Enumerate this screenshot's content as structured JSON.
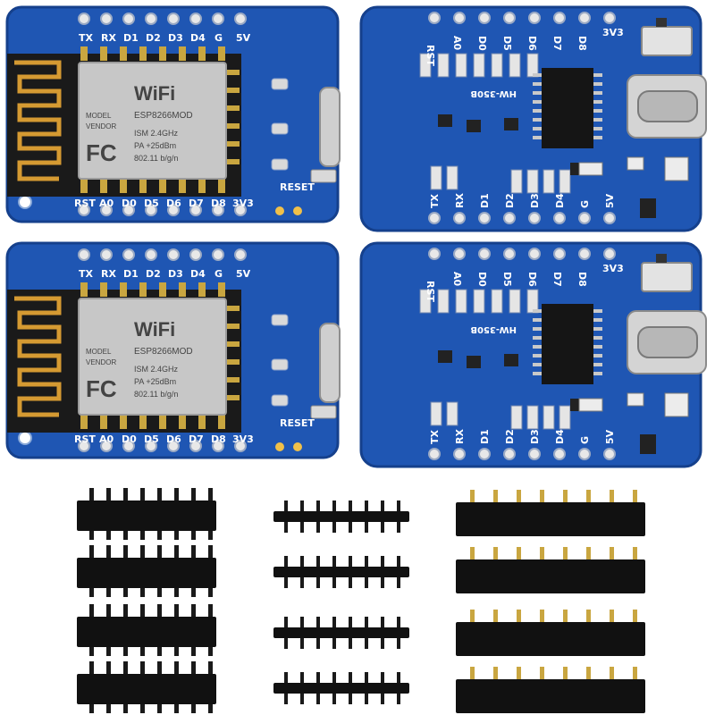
{
  "scene": {
    "background": "#ffffff",
    "board_color": "#1f56b3",
    "board_edge_color": "#15408c",
    "shield_color": "#c7c7c7",
    "pad_color": "#d9d9d9",
    "header_color": "#111111",
    "pin_color": "#c9a640"
  },
  "front_board": {
    "top_pins": [
      "TX",
      "RX",
      "D1",
      "D2",
      "D3",
      "D4",
      "G",
      "5V"
    ],
    "bottom_pins": [
      "RST",
      "A0",
      "D0",
      "D5",
      "D6",
      "D7",
      "D8",
      "3V3"
    ],
    "reset_label": "RESET",
    "module": {
      "wifi": "WiFi",
      "chip": "ESP8266MOD",
      "model": "MODEL",
      "vendor": "VENDOR",
      "ism": "ISM  2.4GHz",
      "pa": "PA  +25dBm",
      "std": "802.11 b/g/n",
      "fc": "FC"
    }
  },
  "back_board": {
    "top_pins": [
      "RST",
      "A0",
      "D0",
      "D5",
      "D6",
      "D7",
      "D8",
      "3V3"
    ],
    "bottom_pins": [
      "TX",
      "RX",
      "D1",
      "D2",
      "D3",
      "D4",
      "G",
      "5V"
    ],
    "chip_label": "HW-350B"
  },
  "headers": {
    "long_male_count": 4,
    "short_male_count": 4,
    "female_count": 4
  }
}
